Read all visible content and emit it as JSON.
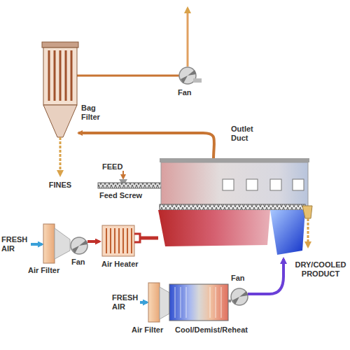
{
  "diagram": {
    "labels": [
      "Fan",
      "Bag Filter",
      "Outlet Duct",
      "FEED",
      "Feed Screw",
      "FINES",
      "FRESH AIR",
      "Air Filter",
      "Fan",
      "Air Heater",
      "DRY/COOLED PRODUCT",
      "FRESH AIR",
      "Air Filter",
      "Cool/Demist/Reheat",
      "Fan"
    ]
  }
}
